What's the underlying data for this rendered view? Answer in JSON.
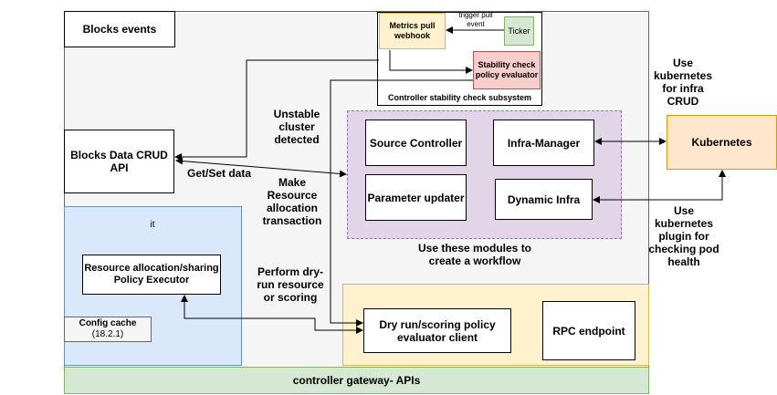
{
  "blocks_events": "Blocks events",
  "stability_subsystem": {
    "title": "Controller stability check subsystem",
    "metrics_pull": "Metrics pull webhook",
    "ticker": "Ticker",
    "trigger_label": "trigger pull event",
    "stability_evaluator": "Stability check policy evaluator"
  },
  "crud_api": "Blocks Data CRUD API",
  "get_set_label": "Get/Set data",
  "unstable_label": "Unstable cluster detected",
  "make_resource_label": "Make Resource allocation transaction",
  "dry_run_label": "Perform dry-run resource or scoring",
  "modules": {
    "source_controller": "Source Controller",
    "infra_manager": "Infra-Manager",
    "parameter_updater": "Parameter updater",
    "dynamic_infra": "Dynamic Infra",
    "caption": "Use these modules to create a workflow"
  },
  "kubernetes": "Kubernetes",
  "use_k8s_crud": "Use kubernetes for infra CRUD",
  "use_k8s_plugin": "Use kubernetes plugin for checking pod health",
  "it_panel": {
    "title": "it",
    "executor": "Resource allocation/sharing Policy Executor",
    "config_cache": "Config cache",
    "config_version": "(18.2.1)"
  },
  "dry_run_client": "Dry run/scoring policy evaluator client",
  "rpc_endpoint": "RPC endpoint",
  "gateway": "controller gateway- APIs",
  "colors": {
    "main_bg": "#f5f5f5",
    "subsystem_bg": "#ffffff",
    "metrics_fill": "#fff2cc",
    "ticker_fill": "#d5e8d4",
    "stability_fill": "#f8cecc",
    "modules_fill": "#e1d5e7",
    "kubernetes_fill": "#ffe6cc",
    "it_fill": "#dae8fc",
    "dry_run_area_fill": "#fff2cc",
    "gateway_fill": "#d5e8d4"
  }
}
